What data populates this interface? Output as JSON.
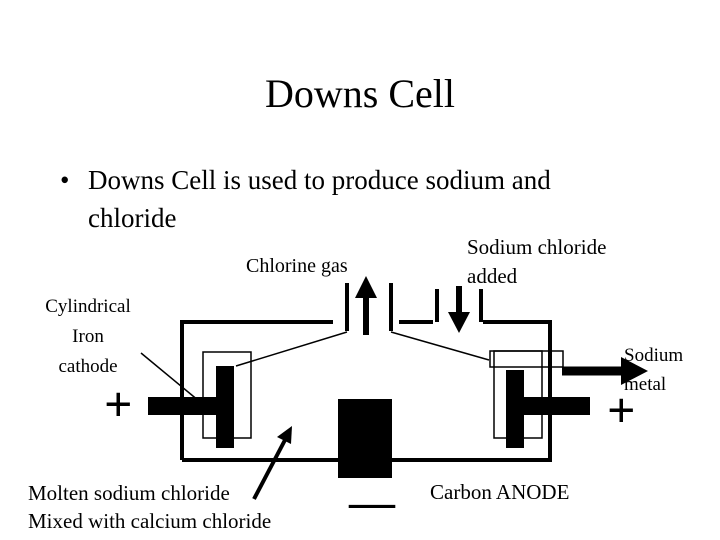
{
  "slide": {
    "title": "Downs Cell",
    "bullet_char": "•",
    "bullet_lines": [
      "Downs Cell is used to produce sodium and",
      "chloride"
    ]
  },
  "diagram": {
    "chlorine_gas_label": "Chlorine gas",
    "sodium_chloride_added_lines": [
      "Sodium chloride",
      "added"
    ],
    "cathode_label_lines": [
      "Cylindrical",
      "Iron",
      "cathode"
    ],
    "sodium_metal_lines": [
      "Sodium",
      "metal"
    ],
    "molten_label_lines": [
      "Molten sodium chloride",
      "Mixed with calcium chloride"
    ],
    "carbon_anode_label": "Carbon ANODE",
    "plus_sign": "+",
    "minus_sign": "—",
    "colors": {
      "ink": "#000000",
      "background": "#ffffff"
    }
  }
}
